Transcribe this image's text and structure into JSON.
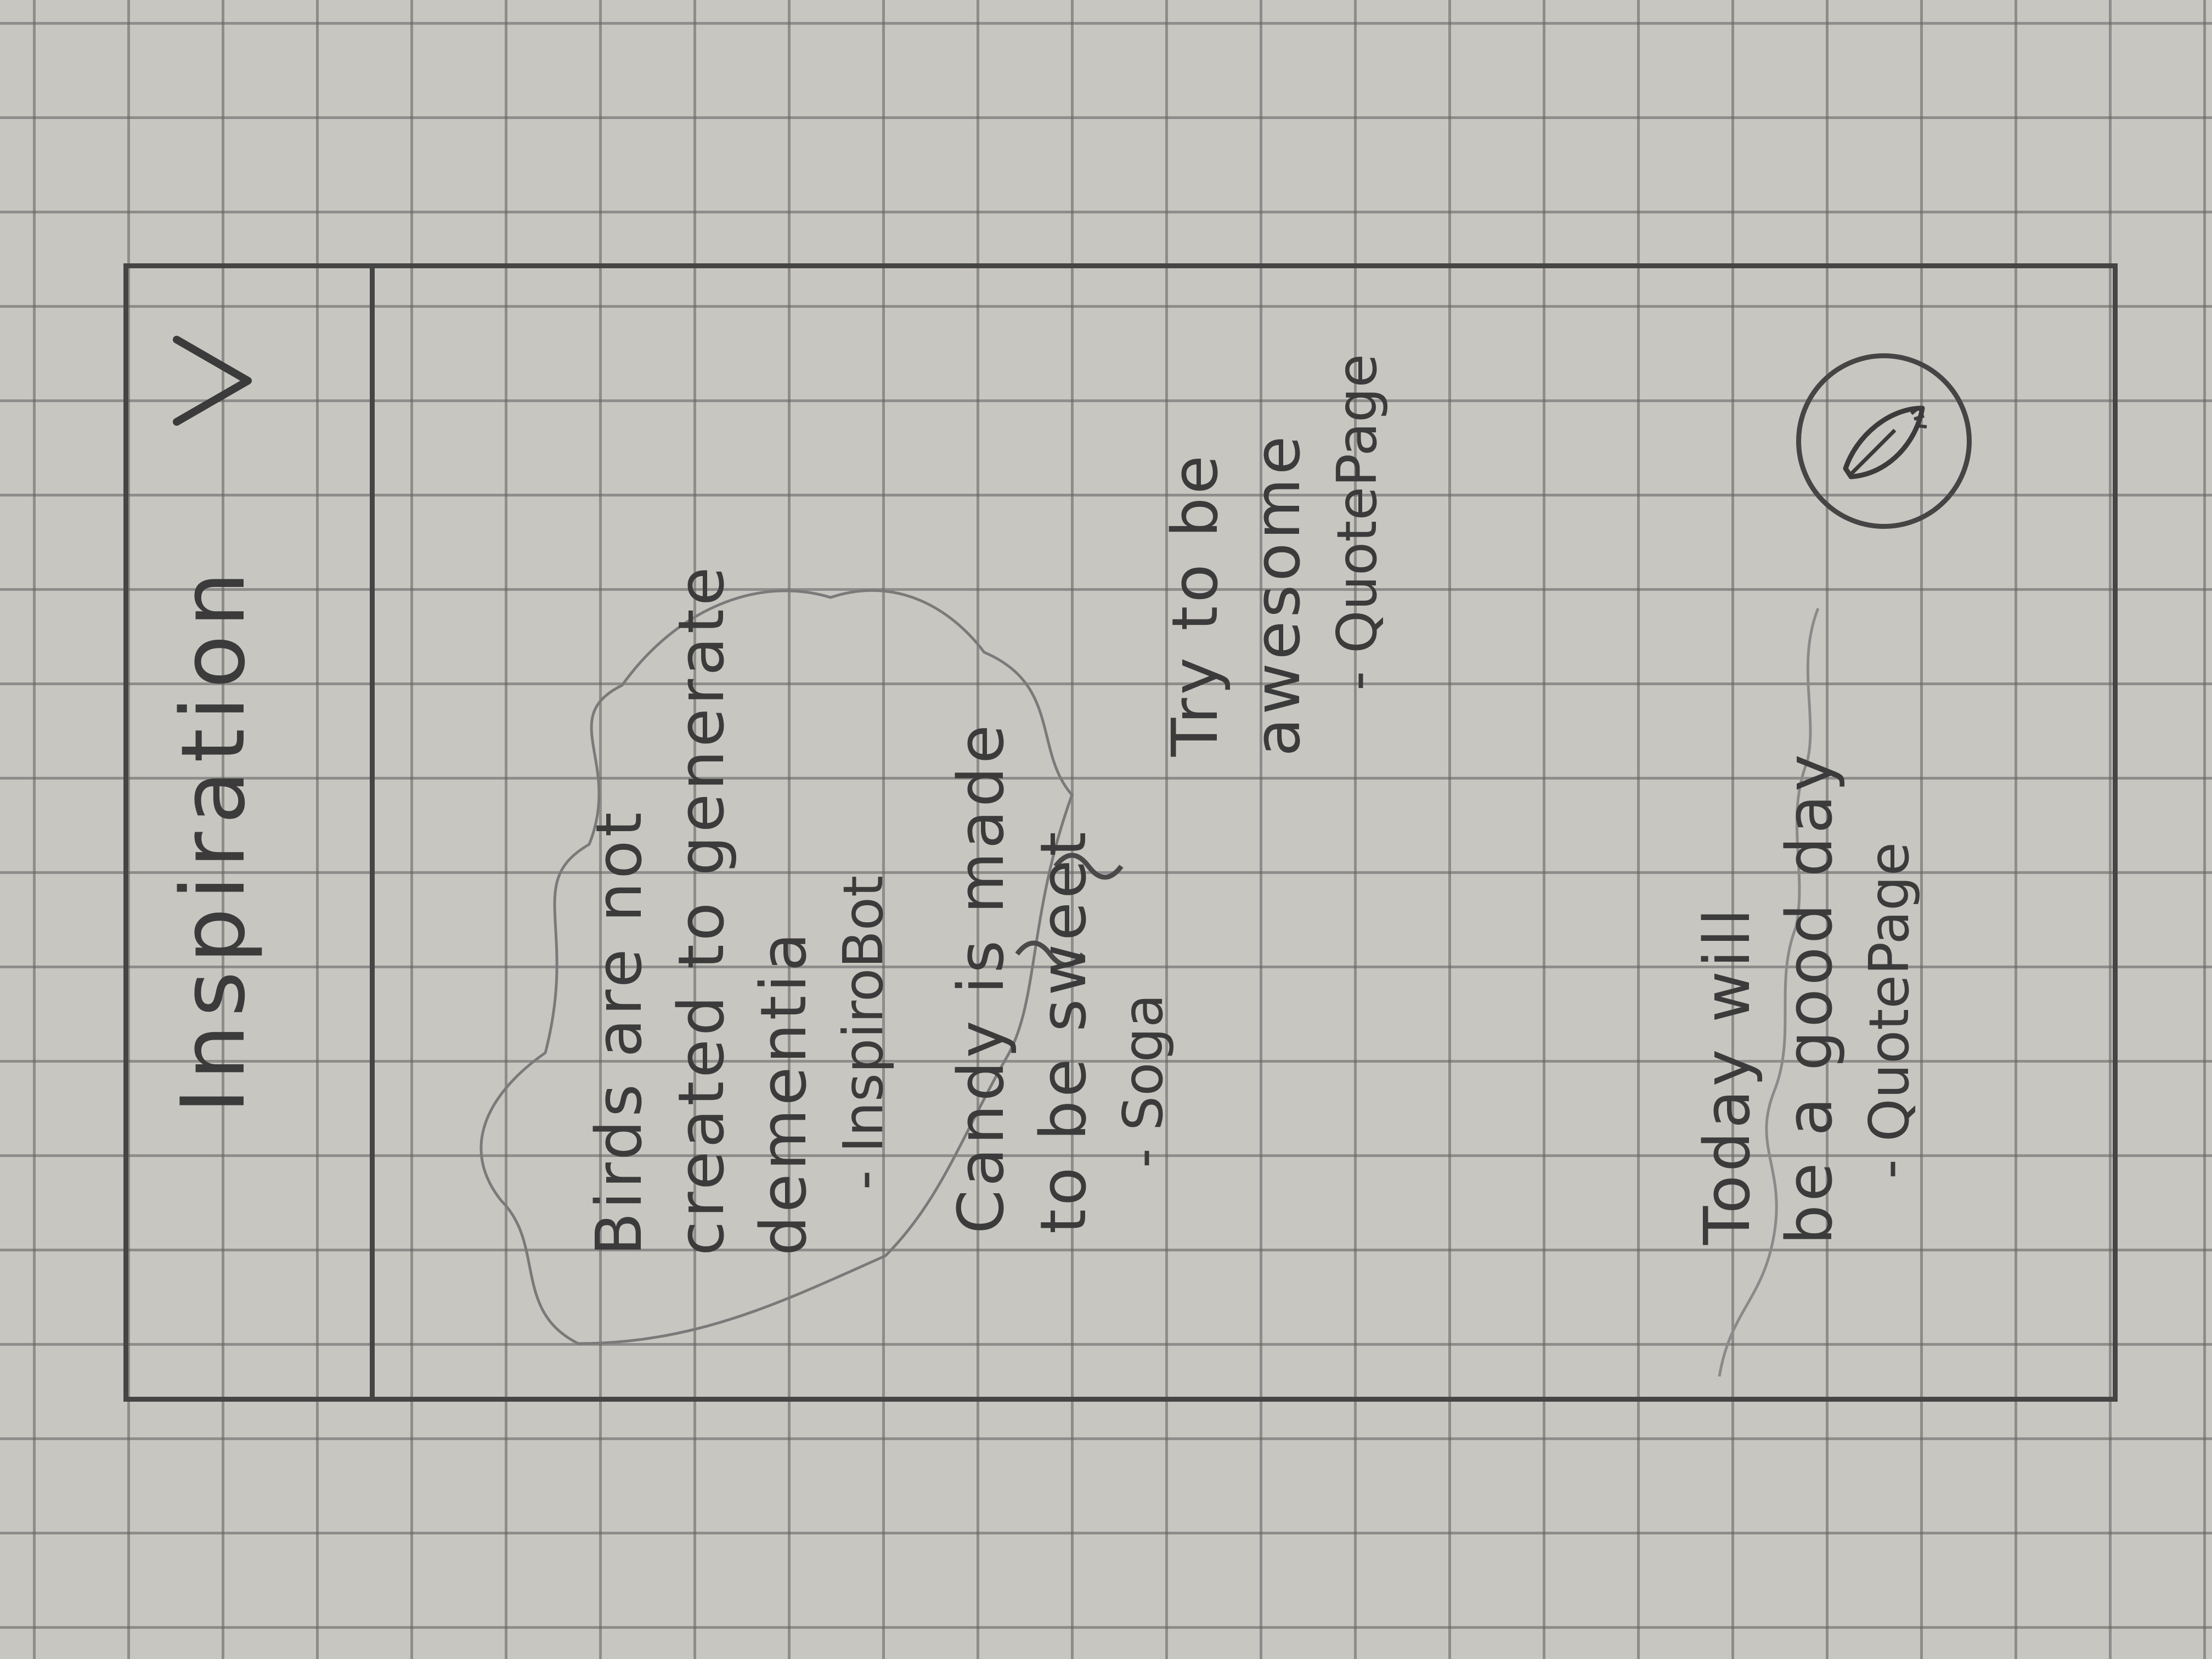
{
  "app": {
    "title": "Inspiration",
    "menu_icon": "chevron-down-icon",
    "fab_icon": "feather-icon"
  },
  "quotes": [
    {
      "lines": [
        "Birds are not",
        "created to generate",
        "dementia"
      ],
      "author": "- InspiroBot"
    },
    {
      "lines": [
        "Candy is made",
        "to be sweet"
      ],
      "author": "- Soga"
    },
    {
      "lines": [
        "Try to be",
        "awesome"
      ],
      "author": "- QuotePage"
    },
    {
      "lines": [
        "Today will",
        "be a good day"
      ],
      "author": "- QuotePage"
    }
  ]
}
